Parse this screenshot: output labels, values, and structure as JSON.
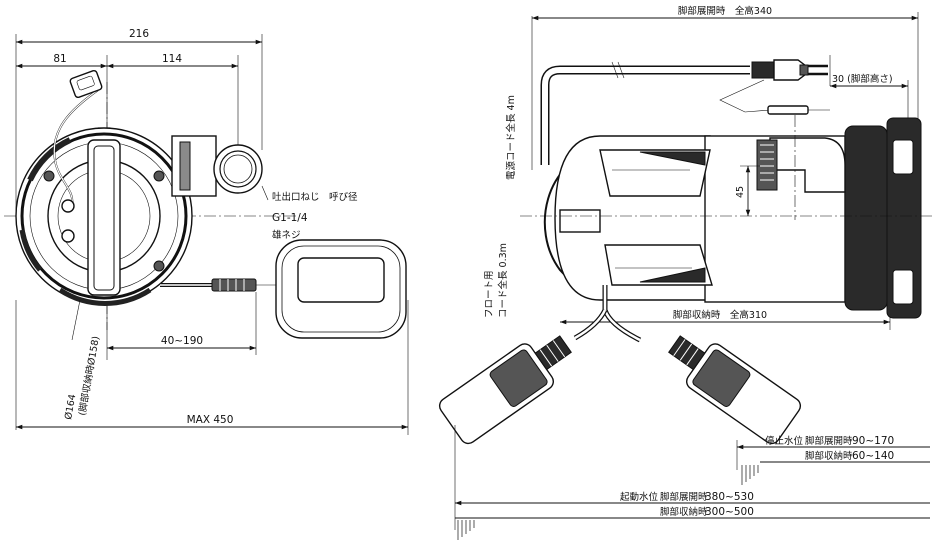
{
  "left_view": {
    "dim_width_total": "216",
    "dim_left": "81",
    "dim_right": "114",
    "outlet_label": "吐出口ねじ　呼び径",
    "outlet_thread": "G1-1/4",
    "outlet_male": "雄ネジ",
    "dim_float_range": "40~190",
    "dim_diameter": "Ø164",
    "dim_diameter_folded": "(脚部収納時Ø158)",
    "dim_max": "MAX 450"
  },
  "right_view": {
    "height_legs_open": "脚部展開時　全高340",
    "leg_height": "30 (脚部高さ)",
    "power_cord": "電源コード全長 4m",
    "float_cord_line1": "フロート用",
    "float_cord_line2": "コード全長 0.3m",
    "dim_45": "45",
    "height_legs_folded": "脚部収納時　全高310",
    "stop_level_label": "停止水位",
    "stop_open_label": "脚部展開時",
    "stop_open_value": "90~170",
    "stop_folded_label": "脚部収納時",
    "stop_folded_value": "60~140",
    "start_level_label": "起動水位",
    "start_open_label": "脚部展開時",
    "start_open_value": "380~530",
    "start_folded_label": "脚部収納時",
    "start_folded_value": "300~500"
  }
}
